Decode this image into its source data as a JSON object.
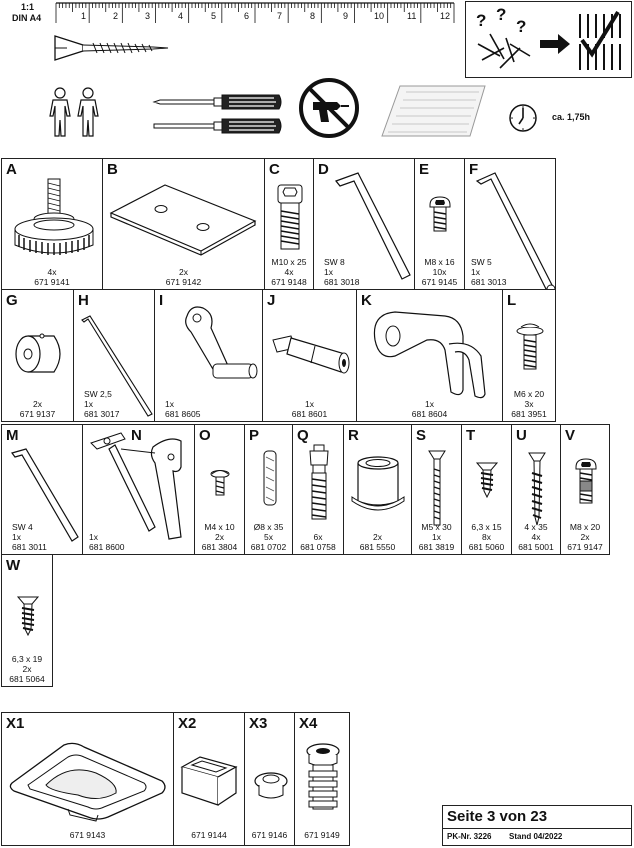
{
  "header": {
    "scale": "1:1",
    "paper": "DIN A4",
    "ruler_numbers": [
      "1",
      "2",
      "3",
      "4",
      "5",
      "6",
      "7",
      "8",
      "9",
      "10",
      "11",
      "12"
    ],
    "time_label": "ca. 1,75h",
    "icons": [
      "screw-icon",
      "two-persons-icon",
      "screwdriver-phillips-icon",
      "screwdriver-flat-icon",
      "no-drill-icon",
      "blanket-icon",
      "clock-icon",
      "sort-screws-icon"
    ]
  },
  "parts": [
    {
      "id": "A",
      "qty": "4x",
      "code": "671 9141"
    },
    {
      "id": "B",
      "qty": "2x",
      "code": "671 9142"
    },
    {
      "id": "C",
      "size": "M10 x 25",
      "qty": "4x",
      "code": "671 9148"
    },
    {
      "id": "D",
      "size": "SW 8",
      "qty": "1x",
      "code": "681 3018"
    },
    {
      "id": "E",
      "size": "M8 x 16",
      "qty": "10x",
      "code": "671 9145"
    },
    {
      "id": "F",
      "size": "SW 5",
      "qty": "1x",
      "code": "681 3013"
    },
    {
      "id": "G",
      "qty": "2x",
      "code": "671 9137"
    },
    {
      "id": "H",
      "size": "SW 2,5",
      "qty": "1x",
      "code": "681 3017"
    },
    {
      "id": "I",
      "qty": "1x",
      "code": "681 8605"
    },
    {
      "id": "J",
      "qty": "1x",
      "code": "681 8601"
    },
    {
      "id": "K",
      "qty": "1x",
      "code": "681 8604"
    },
    {
      "id": "L",
      "size": "M6 x 20",
      "qty": "3x",
      "code": "681 3951"
    },
    {
      "id": "M",
      "size": "SW 4",
      "qty": "1x",
      "code": "681 3011"
    },
    {
      "id": "N",
      "qty": "1x",
      "code": "681 8600"
    },
    {
      "id": "O",
      "size": "M4 x 10",
      "qty": "2x",
      "code": "681 3804"
    },
    {
      "id": "P",
      "size": "Ø8 x 35",
      "qty": "5x",
      "code": "681 0702"
    },
    {
      "id": "Q",
      "qty": "6x",
      "code": "681 0758"
    },
    {
      "id": "R",
      "qty": "2x",
      "code": "681 5550"
    },
    {
      "id": "S",
      "size": "M5 x 30",
      "qty": "1x",
      "code": "681 3819"
    },
    {
      "id": "T",
      "size": "6,3 x 15",
      "qty": "8x",
      "code": "681 5060"
    },
    {
      "id": "U",
      "size": "4 x 35",
      "qty": "4x",
      "code": "681 5001"
    },
    {
      "id": "V",
      "size": "M8 x 20",
      "qty": "2x",
      "code": "671 9147"
    },
    {
      "id": "W",
      "size": "6,3 x 19",
      "qty": "2x",
      "code": "681 5064"
    },
    {
      "id": "X1",
      "code": "671 9143"
    },
    {
      "id": "X2",
      "code": "671 9144"
    },
    {
      "id": "X3",
      "code": "671 9146"
    },
    {
      "id": "X4",
      "code": "671 9149"
    }
  ],
  "footer": {
    "page": "Seite 3 von 23",
    "pk": "PK-Nr. 3226",
    "stand": "Stand 04/2022"
  }
}
